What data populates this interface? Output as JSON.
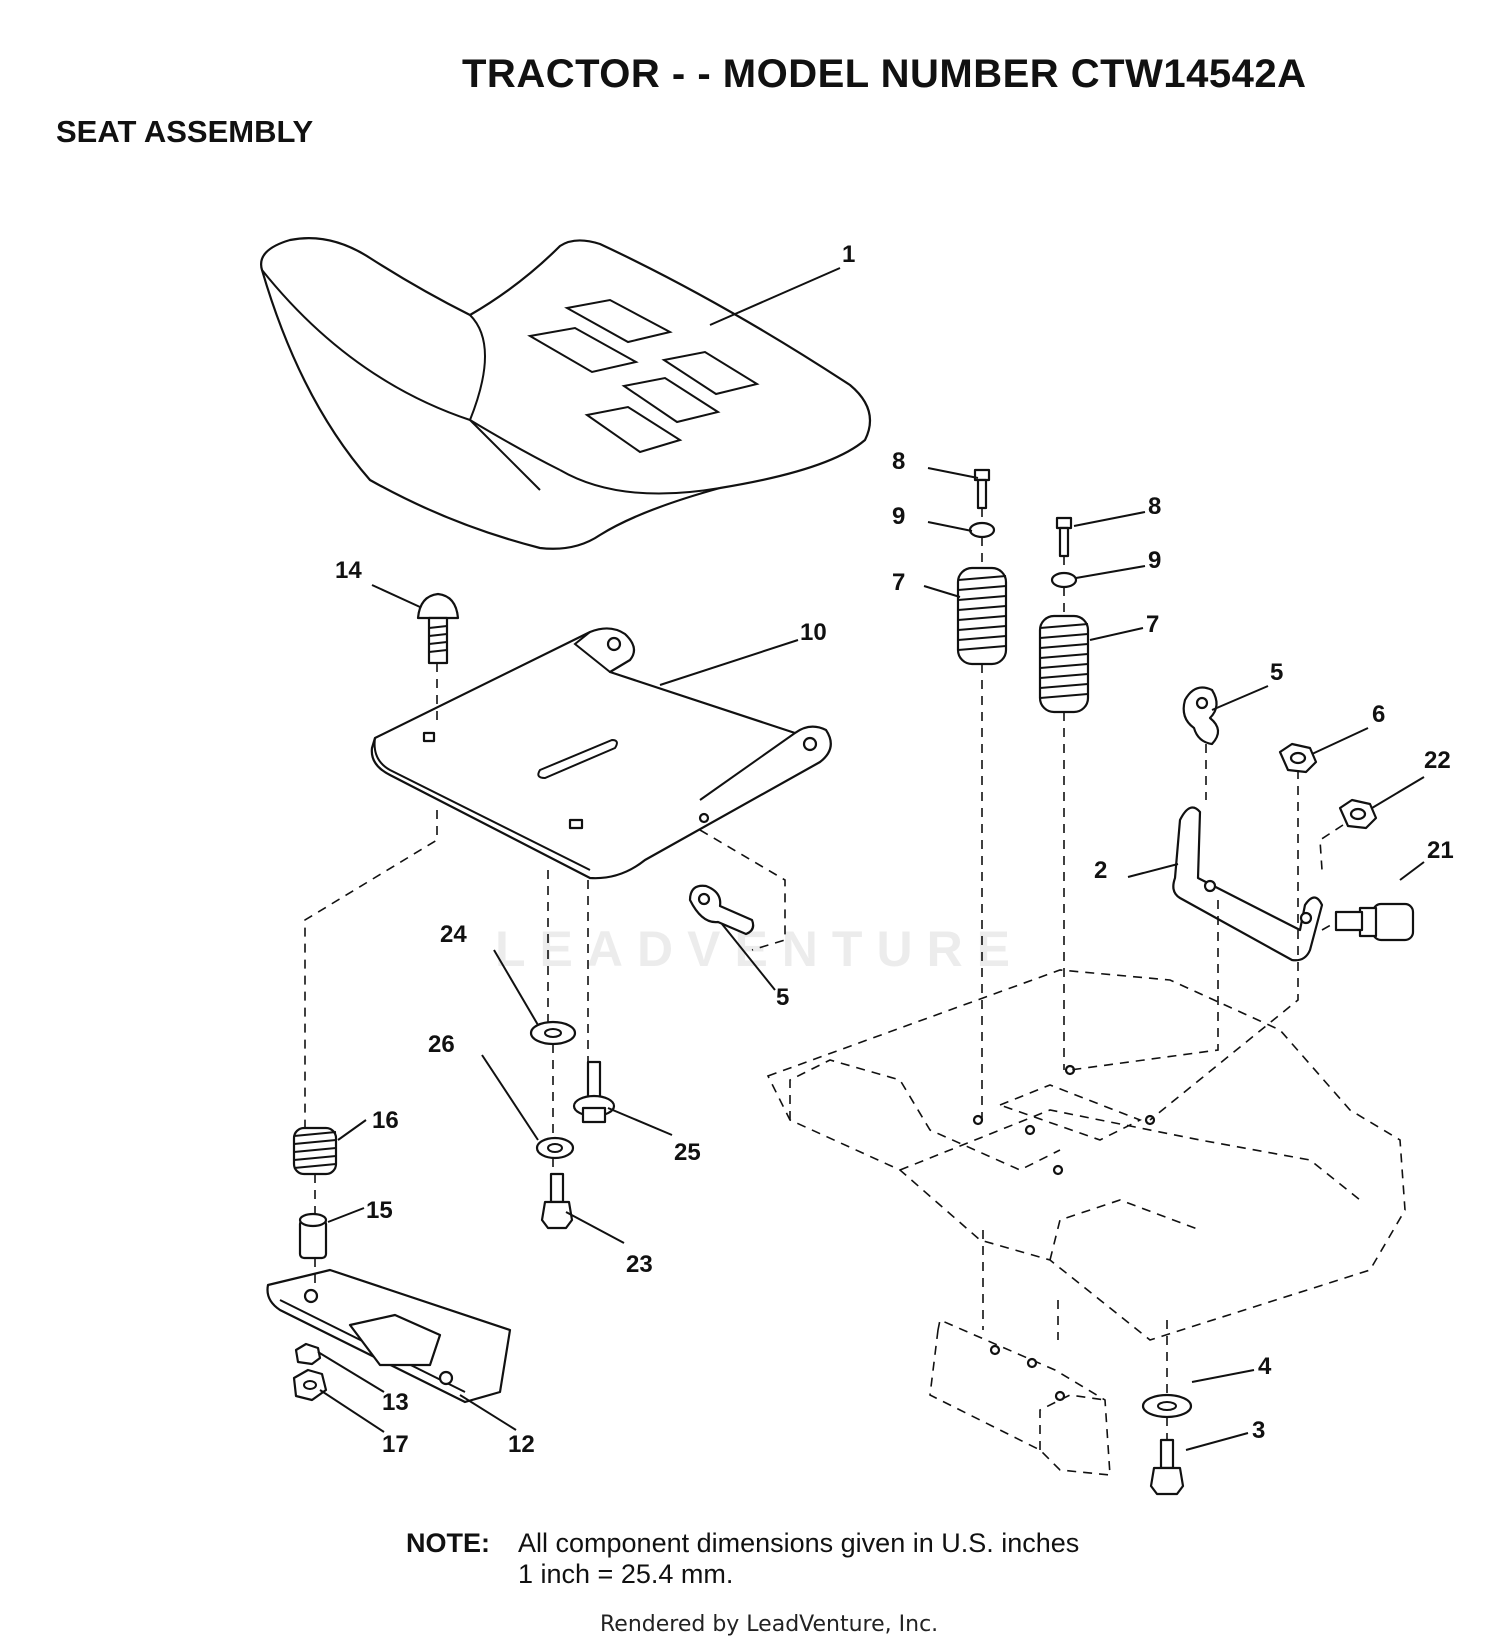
{
  "header": {
    "title": "TRACTOR - - MODEL NUMBER CTW14542A",
    "subtitle": "SEAT ASSEMBLY"
  },
  "callouts": [
    {
      "id": "c1",
      "label": "1"
    },
    {
      "id": "c2",
      "label": "2"
    },
    {
      "id": "c3",
      "label": "3"
    },
    {
      "id": "c4",
      "label": "4"
    },
    {
      "id": "c5a",
      "label": "5"
    },
    {
      "id": "c5b",
      "label": "5"
    },
    {
      "id": "c6",
      "label": "6"
    },
    {
      "id": "c7a",
      "label": "7"
    },
    {
      "id": "c7b",
      "label": "7"
    },
    {
      "id": "c8a",
      "label": "8"
    },
    {
      "id": "c8b",
      "label": "8"
    },
    {
      "id": "c9a",
      "label": "9"
    },
    {
      "id": "c9b",
      "label": "9"
    },
    {
      "id": "c10",
      "label": "10"
    },
    {
      "id": "c12",
      "label": "12"
    },
    {
      "id": "c13",
      "label": "13"
    },
    {
      "id": "c14",
      "label": "14"
    },
    {
      "id": "c15",
      "label": "15"
    },
    {
      "id": "c16",
      "label": "16"
    },
    {
      "id": "c17",
      "label": "17"
    },
    {
      "id": "c21",
      "label": "21"
    },
    {
      "id": "c22",
      "label": "22"
    },
    {
      "id": "c23",
      "label": "23"
    },
    {
      "id": "c24",
      "label": "24"
    },
    {
      "id": "c25",
      "label": "25"
    },
    {
      "id": "c26",
      "label": "26"
    }
  ],
  "watermark": "LEADVENTURE",
  "note": {
    "label": "NOTE:",
    "line1": "All component dimensions given in U.S. inches",
    "line2": "1 inch = 25.4 mm."
  },
  "footer": {
    "credit": "Rendered by LeadVenture, Inc."
  }
}
